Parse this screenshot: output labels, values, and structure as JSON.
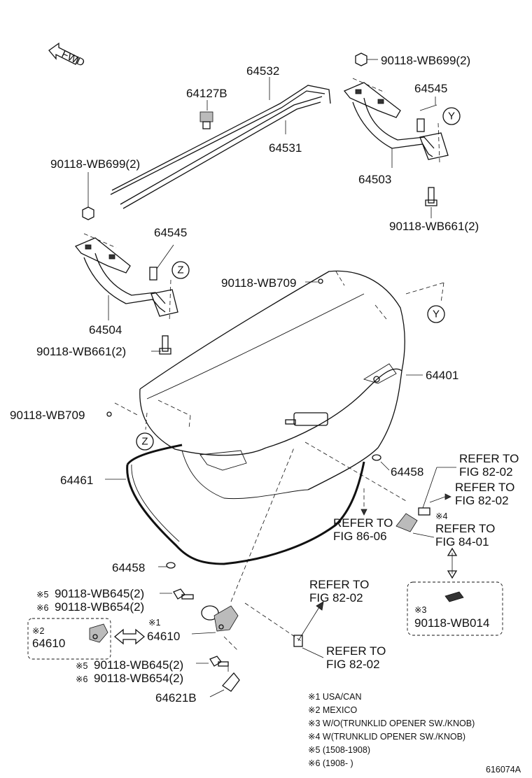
{
  "fwd_label": "FWD",
  "callouts": {
    "p64532": "64532",
    "p64127b": "64127B",
    "p64531": "64531",
    "bolt_wb699_top": "90118-WB699(2)",
    "bolt_wb699_left": "90118-WB699(2)",
    "p64545_right": "64545",
    "p64503": "64503",
    "bolt_wb661_right": "90118-WB661(2)",
    "p64545_left": "64545",
    "p64504": "64504",
    "bolt_wb661_left": "90118-WB661(2)",
    "bolt_wb709_top": "90118-WB709",
    "bolt_wb709_left": "90118-WB709",
    "p64401": "64401",
    "p64461": "64461",
    "p64458_right": "64458",
    "p64458_bottom": "64458",
    "p64610_right": "64610",
    "p64610_left": "64610",
    "p64621b": "64621B",
    "bolt_wb645_top": "90118-WB645(2)",
    "bolt_wb654_top": "90118-WB654(2)",
    "bolt_wb645_bot": "90118-WB645(2)",
    "bolt_wb654_bot": "90118-WB654(2)",
    "bolt_wb014": "90118-WB014"
  },
  "marks": {
    "m1": "※1",
    "m2": "※2",
    "m3": "※3",
    "m4": "※4",
    "m5": "※5",
    "m6": "※6"
  },
  "refs": {
    "ref_82_02_a_l1": "REFER TO",
    "ref_82_02_a_l2": "FIG 82-02",
    "ref_82_02_b_l1": "REFER TO",
    "ref_82_02_b_l2": "FIG 82-02",
    "ref_86_06_l1": "REFER TO",
    "ref_86_06_l2": "FIG 86-06",
    "ref_84_01_l1": "REFER TO",
    "ref_84_01_l2": "FIG 84-01",
    "ref_82_02_c_l1": "REFER TO",
    "ref_82_02_c_l2": "FIG 82-02",
    "ref_82_02_d_l1": "REFER TO",
    "ref_82_02_d_l2": "FIG 82-02"
  },
  "view_markers": {
    "y_top": "Y",
    "y_mid": "Y",
    "z_top": "Z",
    "z_mid": "Z"
  },
  "notes": [
    "※1 USA/CAN",
    "※2 MEXICO",
    "※3 W/O(TRUNKLID OPENER SW./KNOB)",
    "※4 W(TRUNKLID OPENER SW./KNOB)",
    "※5 (1508-1908)",
    "※6 (1908-        )"
  ],
  "diagram_code": "616074A"
}
